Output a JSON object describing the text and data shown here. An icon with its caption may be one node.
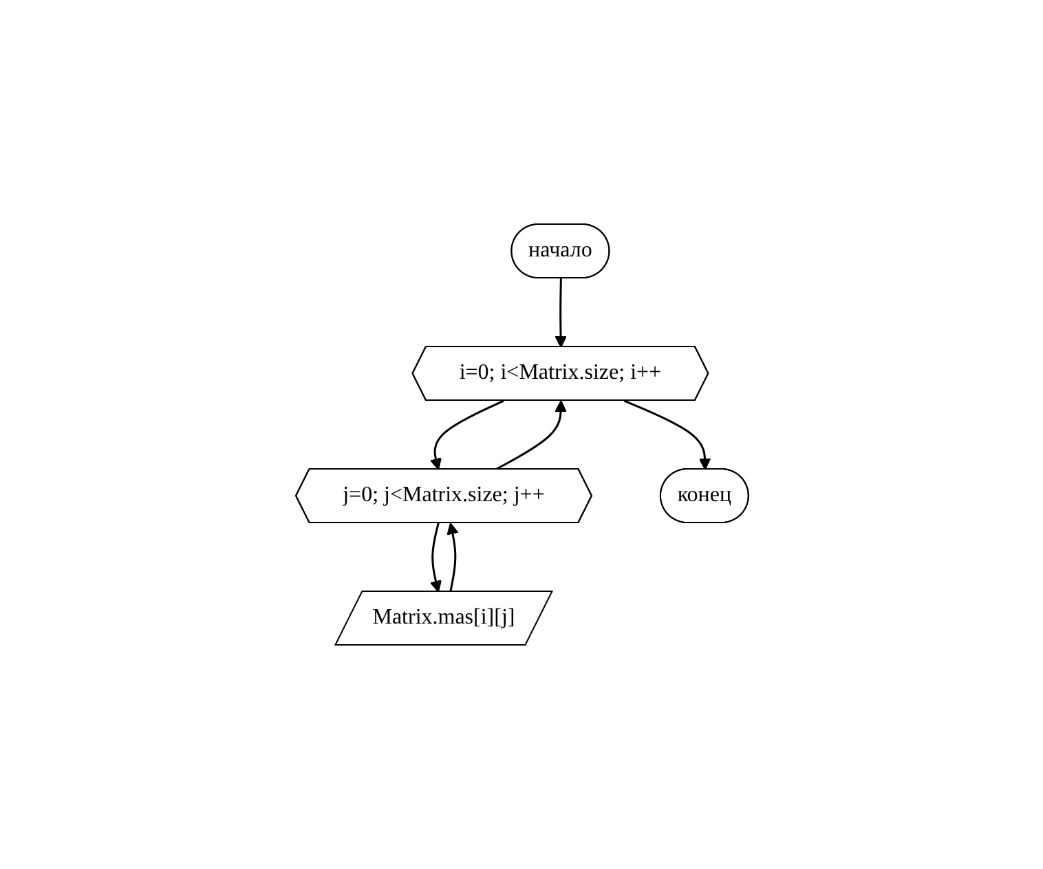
{
  "diagram": {
    "nodes": [
      {
        "text": [
          "начало"
        ]
      },
      {
        "text": [
          "i=0; i<Matrix.size; i++"
        ]
      },
      {
        "text": [
          "j=0; j<Matrix.size; j++"
        ]
      },
      {
        "text": [
          "Matrix.mas[i][j]"
        ]
      },
      {
        "text": [
          "конец"
        ]
      }
    ],
    "edges": [
      {
        "from": 0,
        "to": 1,
        "arrow": "to"
      },
      {
        "from": 1,
        "to": 2,
        "arrow": "to"
      },
      {
        "from": 2,
        "to": 3,
        "arrow": "to"
      },
      {
        "from": 3,
        "to": 2,
        "arrow": "to"
      },
      {
        "from": 2,
        "to": 1,
        "arrow": "to"
      },
      {
        "from": 1,
        "to": 4,
        "arrow": "to"
      }
    ]
  }
}
